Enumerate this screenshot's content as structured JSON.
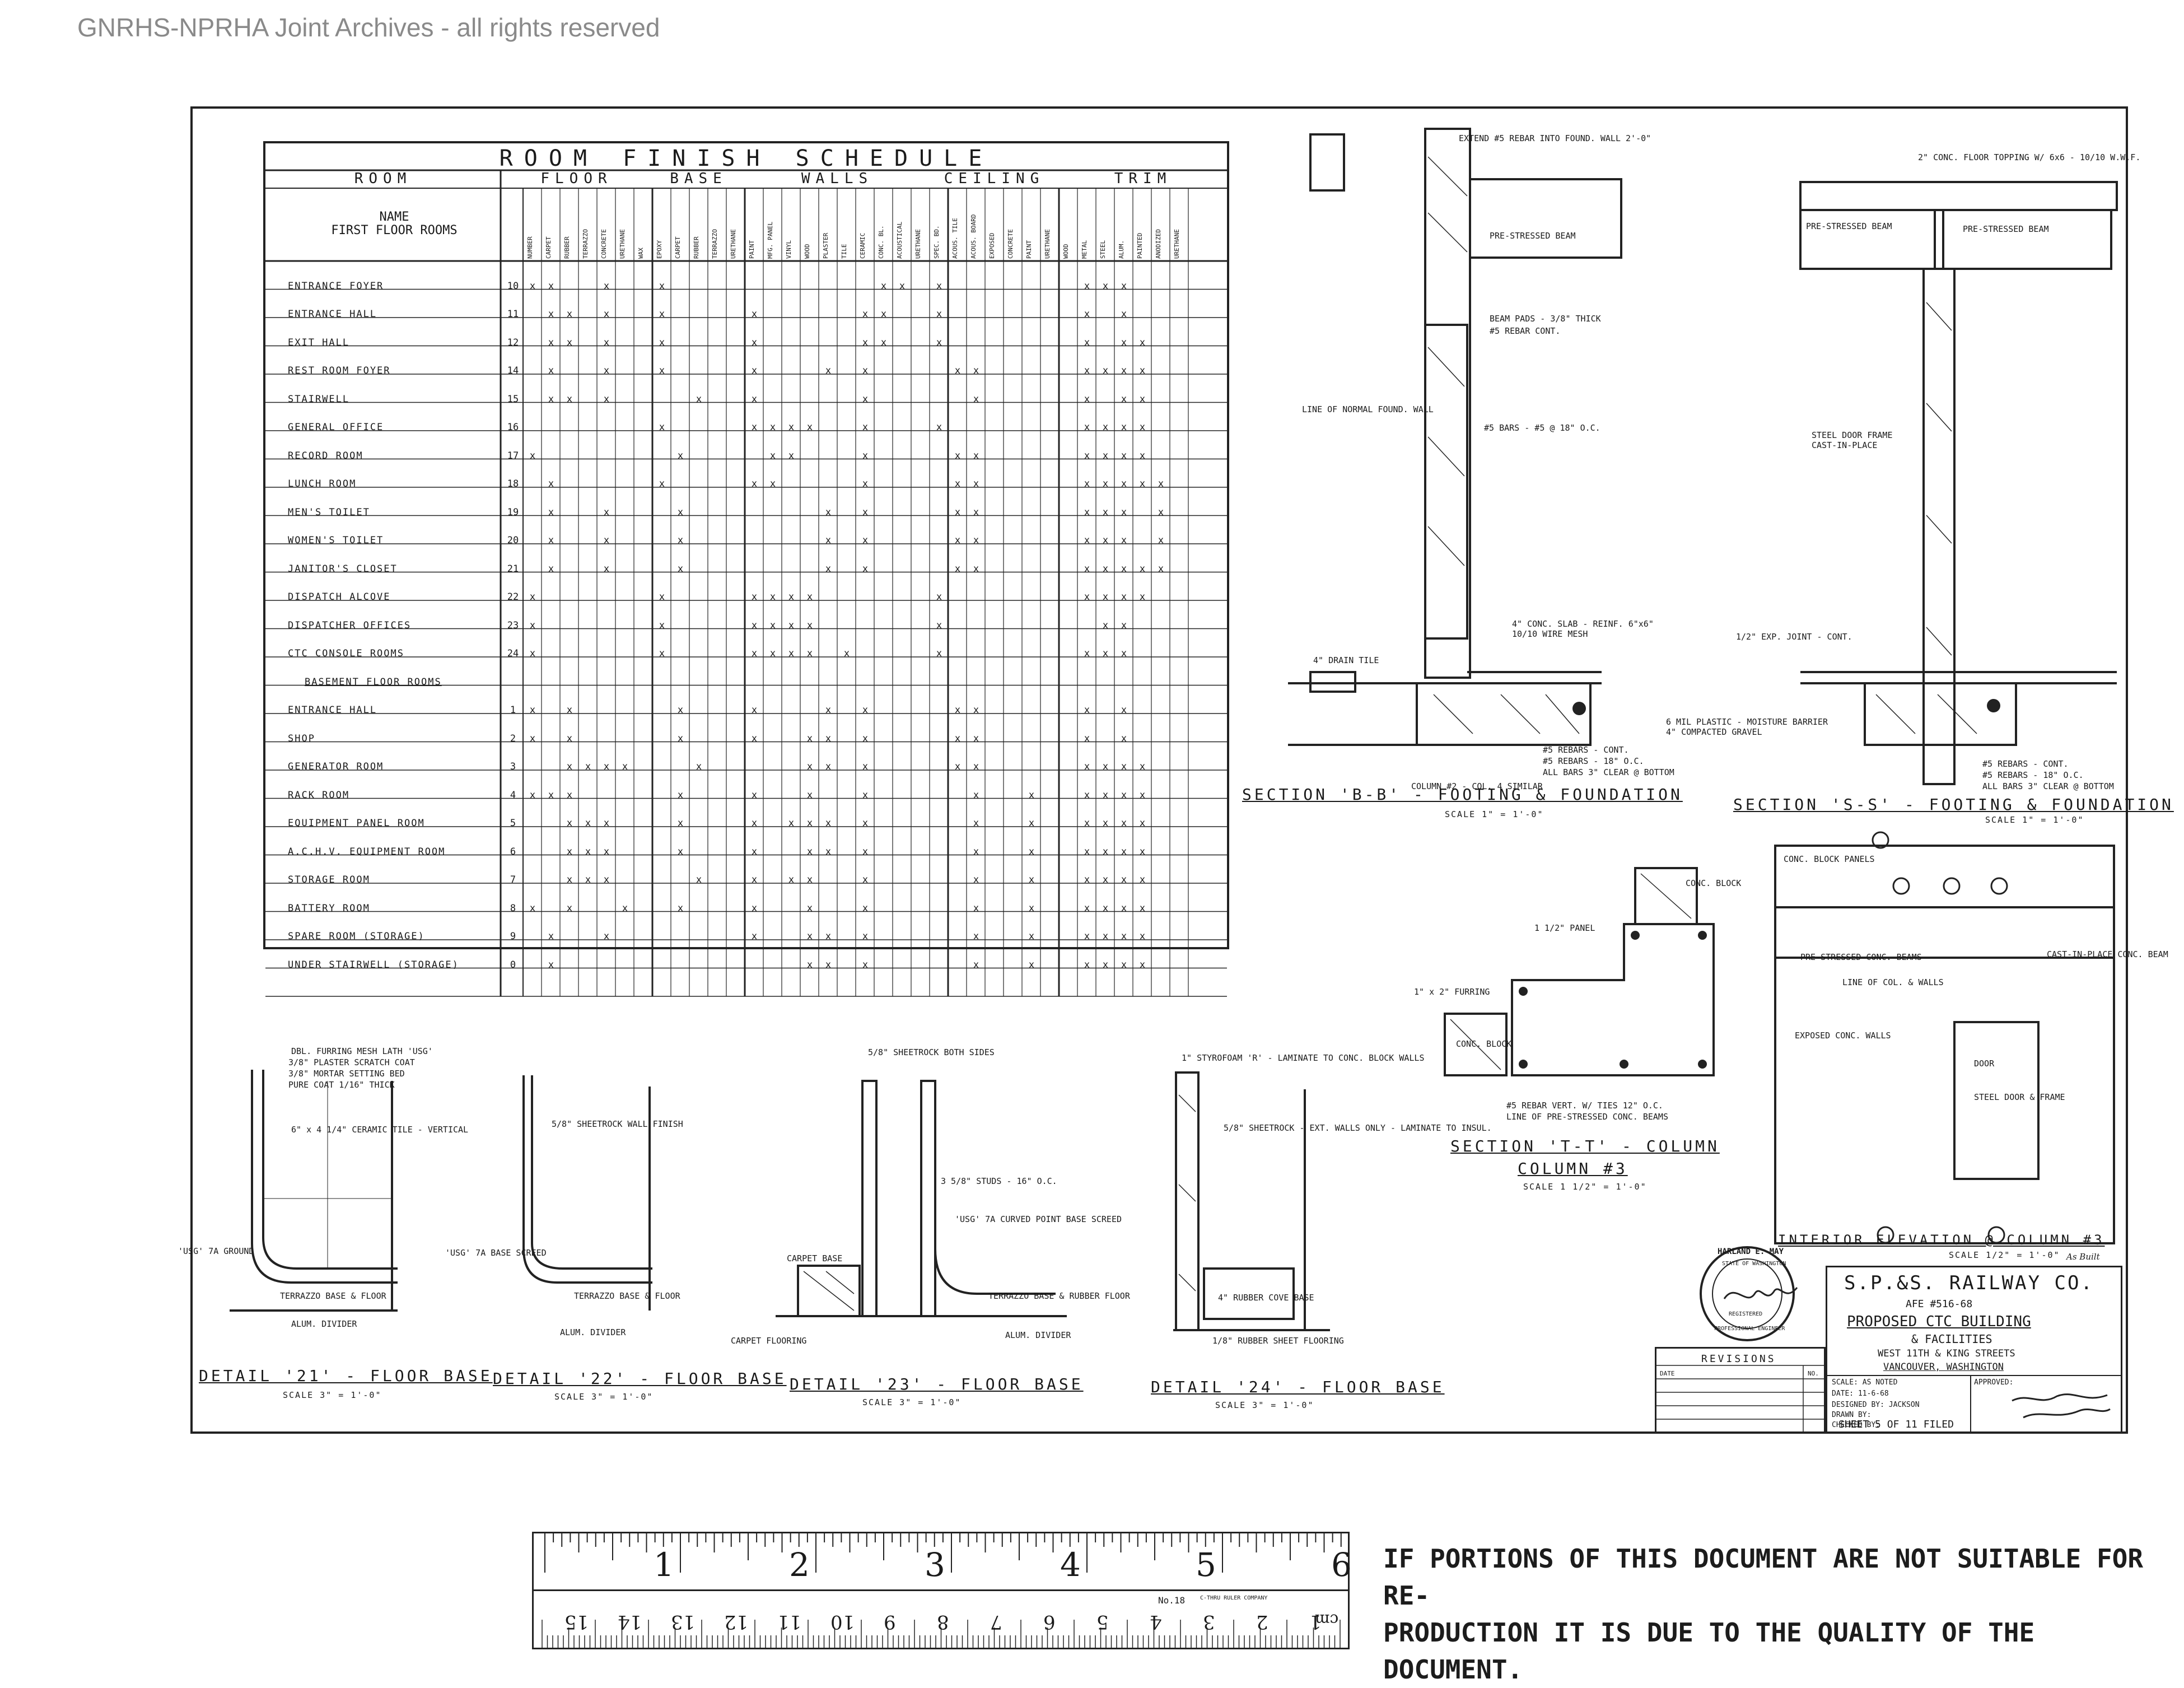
{
  "watermark": "GNRHS-NPRHA Joint Archives - all rights reserved",
  "schedule": {
    "title": "ROOM FINISH SCHEDULE",
    "groups": [
      "ROOM",
      "FLOOR",
      "BASE",
      "WALLS",
      "CEILING",
      "TRIM"
    ],
    "name_head": "NAME",
    "first_floor_head": "FIRST FLOOR ROOMS",
    "basement_head": "BASEMENT FLOOR ROOMS",
    "columns": [
      "NUMBER",
      "CARPET",
      "RUBBER",
      "TERRAZZO",
      "CONCRETE",
      "URETHANE",
      "WAX",
      "EPOXY",
      "CARPET",
      "RUBBER",
      "TERRAZZO",
      "URETHANE",
      "PAINT",
      "MFG. PANEL",
      "VINYL",
      "WOOD",
      "PLASTER",
      "TILE",
      "CERAMIC",
      "CONC. BL.",
      "ACOUSTICAL",
      "URETHANE",
      "SPEC. BD.",
      "ACOUS. TILE",
      "ACOUS. BOARD",
      "EXPOSED",
      "CONCRETE",
      "PAINT",
      "URETHANE",
      "WOOD",
      "METAL",
      "STEEL",
      "ALUM.",
      "PAINTED",
      "ANODIZED",
      "URETHANE"
    ],
    "rows": [
      {
        "name": "ENTRANCE FOYER",
        "no": "10"
      },
      {
        "name": "ENTRANCE HALL",
        "no": "11"
      },
      {
        "name": "EXIT HALL",
        "no": "12"
      },
      {
        "name": "REST ROOM FOYER",
        "no": "14"
      },
      {
        "name": "STAIRWELL",
        "no": "15"
      },
      {
        "name": "GENERAL OFFICE",
        "no": "16"
      },
      {
        "name": "RECORD ROOM",
        "no": "17"
      },
      {
        "name": "LUNCH ROOM",
        "no": "18"
      },
      {
        "name": "MEN'S TOILET",
        "no": "19"
      },
      {
        "name": "WOMEN'S TOILET",
        "no": "20"
      },
      {
        "name": "JANITOR'S CLOSET",
        "no": "21"
      },
      {
        "name": "DISPATCH ALCOVE",
        "no": "22"
      },
      {
        "name": "DISPATCHER OFFICES",
        "no": "23"
      },
      {
        "name": "CTC CONSOLE ROOMS",
        "no": "24"
      },
      {
        "name": "",
        "no": ""
      },
      {
        "name": "ENTRANCE HALL",
        "no": "1"
      },
      {
        "name": "SHOP",
        "no": "2"
      },
      {
        "name": "GENERATOR ROOM",
        "no": "3"
      },
      {
        "name": "RACK ROOM",
        "no": "4"
      },
      {
        "name": "EQUIPMENT PANEL ROOM",
        "no": "5"
      },
      {
        "name": "A.C.H.V. EQUIPMENT ROOM",
        "no": "6"
      },
      {
        "name": "STORAGE ROOM",
        "no": "7"
      },
      {
        "name": "BATTERY ROOM",
        "no": "8"
      },
      {
        "name": "SPARE ROOM (STORAGE)",
        "no": "9"
      },
      {
        "name": "UNDER STAIRWELL (STORAGE)",
        "no": "0"
      }
    ],
    "marks": [
      [
        1,
        2,
        5,
        8,
        20,
        21,
        23,
        31,
        32,
        33
      ],
      [
        2,
        3,
        5,
        8,
        13,
        19,
        20,
        23,
        31,
        33
      ],
      [
        2,
        3,
        5,
        8,
        13,
        19,
        20,
        23,
        31,
        33,
        34
      ],
      [
        2,
        5,
        8,
        13,
        17,
        19,
        24,
        25,
        31,
        32,
        33,
        34
      ],
      [
        2,
        3,
        5,
        10,
        13,
        19,
        25,
        31,
        33,
        34
      ],
      [
        8,
        13,
        14,
        15,
        16,
        19,
        23,
        31,
        32,
        33,
        34
      ],
      [
        1,
        9,
        14,
        15,
        19,
        24,
        25,
        31,
        32,
        33,
        34
      ],
      [
        2,
        8,
        13,
        14,
        19,
        24,
        25,
        31,
        32,
        33,
        34,
        35
      ],
      [
        2,
        5,
        9,
        17,
        19,
        24,
        25,
        31,
        32,
        33,
        35
      ],
      [
        2,
        5,
        9,
        17,
        19,
        24,
        25,
        31,
        32,
        33,
        35
      ],
      [
        2,
        5,
        9,
        17,
        19,
        24,
        25,
        31,
        32,
        33,
        34,
        35
      ],
      [
        1,
        8,
        13,
        14,
        15,
        16,
        23,
        31,
        32,
        33,
        34
      ],
      [
        1,
        8,
        13,
        14,
        15,
        16,
        23,
        32,
        33
      ],
      [
        1,
        8,
        13,
        14,
        15,
        16,
        18,
        23,
        31,
        32,
        33
      ],
      [],
      [
        1,
        3,
        9,
        13,
        17,
        19,
        24,
        25,
        31,
        33
      ],
      [
        1,
        3,
        9,
        13,
        16,
        17,
        19,
        24,
        25,
        31,
        33
      ],
      [
        3,
        4,
        5,
        6,
        10,
        16,
        17,
        19,
        24,
        25,
        31,
        32,
        33,
        34
      ],
      [
        1,
        2,
        3,
        9,
        13,
        16,
        19,
        25,
        28,
        31,
        32,
        33,
        34
      ],
      [
        3,
        4,
        5,
        9,
        13,
        15,
        16,
        17,
        19,
        25,
        28,
        31,
        32,
        33,
        34
      ],
      [
        3,
        4,
        5,
        9,
        13,
        16,
        17,
        19,
        25,
        28,
        31,
        32,
        33,
        34
      ],
      [
        3,
        4,
        5,
        10,
        13,
        15,
        16,
        19,
        25,
        28,
        31,
        32,
        33,
        34
      ],
      [
        1,
        3,
        6,
        9,
        13,
        16,
        19,
        25,
        28,
        31,
        32,
        33,
        34
      ],
      [
        2,
        5,
        13,
        16,
        17,
        19,
        25,
        28,
        31,
        32,
        33,
        34
      ],
      [
        2,
        16,
        17,
        19,
        25,
        28,
        31,
        32,
        33,
        34
      ]
    ]
  },
  "sections": {
    "bb_caption": "SECTION 'B-B' - FOOTING & FOUNDATION",
    "bb_sub": "COLUMN #2 - COL. 4 SIMILAR",
    "bb_scale": "SCALE 1\" = 1'-0\"",
    "ss_caption": "SECTION 'S-S' - FOOTING & FOUNDATION",
    "ss_scale": "SCALE 1\" = 1'-0\"",
    "tt_caption": "SECTION 'T-T' - COLUMN",
    "tt_sub": "COLUMN #3",
    "tt_scale": "SCALE 1 1/2\" = 1'-0\"",
    "elev_caption": "INTERIOR ELEVATION @ COLUMN #3",
    "elev_scale": "SCALE 1/2\" = 1'-0\"",
    "notes": {
      "bb_1": "EXTEND #5 REBAR INTO FOUND. WALL 2'-0\"",
      "bb_2": "PRE-STRESSED BEAM",
      "bb_3": "BEAM PADS - 3/8\" THICK",
      "bb_4": "#5 REBAR CONT.",
      "bb_5": "LINE OF NORMAL FOUND. WALL",
      "bb_6": "#5 BARS - #5 @ 18\" O.C.",
      "bb_7": "4\" CONC. SLAB - REINF. 6\"x6\" 10/10 WIRE MESH",
      "bb_8": "4\" DRAIN TILE",
      "bb_9": "#5 REBARS - CONT.",
      "bb_10": "#5 REBARS - 18\" O.C.",
      "bb_11": "ALL BARS 3\" CLEAR @ BOTTOM",
      "ss_1": "2\" CONC. FLOOR TOPPING W/ 6x6 - 10/10 W.W.F.",
      "ss_2": "PRE-STRESSED BEAM",
      "ss_3": "PRE-STRESSED BEAM",
      "ss_4": "STEEL DOOR FRAME CAST-IN-PLACE",
      "ss_5": "1/2\" EXP. JOINT - CONT.",
      "ss_6": "6 MIL PLASTIC - MOISTURE BARRIER 4\" COMPACTED GRAVEL",
      "ss_7": "#5 REBARS - CONT.",
      "ss_8": "#5 REBARS - 18\" O.C.",
      "ss_9": "ALL BARS 3\" CLEAR @ BOTTOM",
      "tt_1": "CONC. BLOCK",
      "tt_2": "1 1/2\" PANEL",
      "tt_3": "1\" x 2\" FURRING",
      "tt_4": "CONC. BLOCK",
      "tt_5": "#5 REBAR VERT. W/ TIES 12\" O.C.",
      "tt_6": "LINE OF PRE-STRESSED CONC. BEAMS",
      "el_1": "CONC. BLOCK PANELS",
      "el_2": "PRE-STRESSED CONC. BEAMS",
      "el_3": "CAST-IN-PLACE CONC. BEAM",
      "el_4": "LINE OF COL. & WALLS",
      "el_5": "EXPOSED CONC. WALLS",
      "el_6": "DOOR",
      "el_7": "STEEL DOOR & FRAME"
    }
  },
  "details": {
    "d21_caption": "DETAIL '21' - FLOOR BASE",
    "d21_scale": "SCALE 3\" = 1'-0\"",
    "d22_caption": "DETAIL '22' - FLOOR BASE",
    "d22_scale": "SCALE 3\" = 1'-0\"",
    "d23_caption": "DETAIL '23' - FLOOR BASE",
    "d23_scale": "SCALE 3\" = 1'-0\"",
    "d24_caption": "DETAIL '24' - FLOOR BASE",
    "d24_scale": "SCALE 3\" = 1'-0\"",
    "d21_notes": [
      "DBL. FURRING MESH LATH 'USG'",
      "3/8\" PLASTER SCRATCH COAT",
      "3/8\" MORTAR SETTING BED",
      "PURE COAT 1/16\" THICK",
      "6\" x 4 1/4\" CERAMIC TILE - VERTICAL",
      "'USG' 7A GROUND",
      "TERRAZZO BASE & FLOOR",
      "ALUM. DIVIDER"
    ],
    "d22_notes": [
      "5/8\" SHEETROCK WALL FINISH",
      "'USG' 7A BASE SCREED",
      "TERRAZZO BASE & FLOOR",
      "ALUM. DIVIDER"
    ],
    "d23_notes": [
      "5/8\" SHEETROCK BOTH SIDES",
      "3 5/8\" STUDS - 16\" O.C.",
      "'USG' 7A CURVED POINT BASE SCREED",
      "CARPET BASE",
      "TERRAZZO BASE & RUBBER FLOOR",
      "CARPET FLOORING",
      "ALUM. DIVIDER"
    ],
    "d24_notes": [
      "1\" STYROFOAM 'R' - LAMINATE TO CONC. BLOCK WALLS",
      "5/8\" SHEETROCK - EXT. WALLS ONLY - LAMINATE TO INSUL.",
      "4\" RUBBER COVE BASE",
      "1/8\" RUBBER SHEET FLOORING"
    ]
  },
  "title_block": {
    "company": "S.P.&S. RAILWAY CO.",
    "afe": "AFE #516-68",
    "project": "PROPOSED CTC BUILDING",
    "project2": "& FACILITIES",
    "location": "WEST 11TH & KING STREETS",
    "city": "VANCOUVER, WASHINGTON",
    "scale": "SCALE: AS NOTED",
    "date": "DATE: 11-6-68",
    "designed": "DESIGNED BY: JACKSON",
    "drawn": "DRAWN BY:",
    "checked": "CHECKED BY:",
    "approved": "APPROVED:",
    "sheet": "SHEET 5 OF 11 FILED",
    "as_built": "As Built",
    "revisions": "REVISIONS",
    "rev_date": "DATE",
    "rev_no": "NO."
  },
  "seal": {
    "name": "HARLAND E. MAY",
    "state": "STATE OF WASHINGTON",
    "role": "PROFESSIONAL ENGINEER",
    "reg": "REGISTERED"
  },
  "ruler": {
    "inches": [
      "1",
      "2",
      "3",
      "4",
      "5",
      "6"
    ],
    "cm": [
      "1",
      "2",
      "3",
      "4",
      "5",
      "6",
      "7",
      "8",
      "9",
      "10",
      "11",
      "12",
      "13",
      "14",
      "15"
    ],
    "cm_unit": "cm",
    "model": "No.18",
    "maker": "C-THRU RULER COMPANY"
  },
  "notice": {
    "line1": "IF PORTIONS OF THIS DOCUMENT ARE NOT SUITABLE FOR RE-",
    "line2": "PRODUCTION IT IS DUE TO THE QUALITY OF THE DOCUMENT."
  }
}
